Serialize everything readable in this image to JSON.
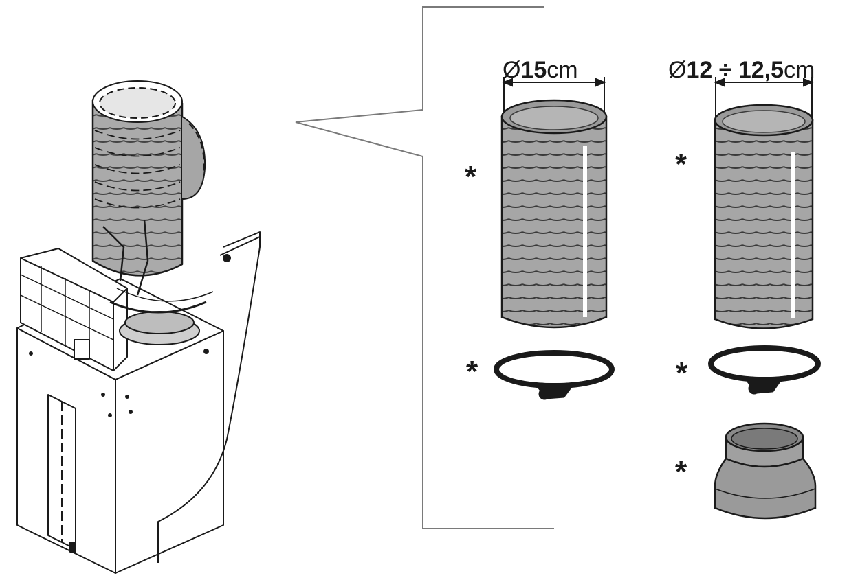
{
  "labels": {
    "dia_150": {
      "symbol": "Ø",
      "number": "15",
      "unit": "cm"
    },
    "dia_120": {
      "symbol": "Ø",
      "number": "12 ÷ 12,5",
      "unit": "cm"
    },
    "optional_marker": "*"
  },
  "colors": {
    "line": "#1a1a1a",
    "duct_fill": "#a6a6a6",
    "duct_dark": "#8a8a8a",
    "rib": "#3a3a3a",
    "highlight": "#ffffff",
    "callout_line": "#7a7a7a"
  },
  "parts": [
    {
      "id": "flexible-duct-150",
      "optional": true
    },
    {
      "id": "hose-clamp-150",
      "optional": true
    },
    {
      "id": "flexible-duct-120",
      "optional": true
    },
    {
      "id": "hose-clamp-120",
      "optional": true
    },
    {
      "id": "reduction-adapter",
      "optional": true
    }
  ]
}
